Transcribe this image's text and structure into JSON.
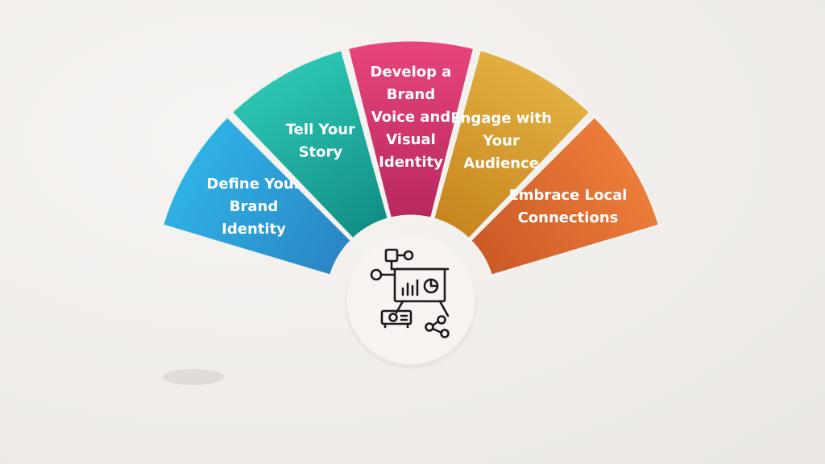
{
  "segments": [
    {
      "id": "define",
      "lines": [
        "Define Your",
        "Brand",
        "Identity"
      ],
      "color_start": "#2fb2e6",
      "color_end": "#2a86c4"
    },
    {
      "id": "story",
      "lines": [
        "Tell Your",
        "Story"
      ],
      "color_start": "#2cc6b2",
      "color_end": "#128f86"
    },
    {
      "id": "voice",
      "lines": [
        "Develop a",
        "Brand",
        "Voice and",
        "Visual",
        "Identity"
      ],
      "color_start": "#e8457c",
      "color_end": "#b8285f"
    },
    {
      "id": "engage",
      "lines": [
        "Engage with",
        "Your",
        "Audience"
      ],
      "color_start": "#e2b040",
      "color_end": "#c7851f"
    },
    {
      "id": "local",
      "lines": [
        "Embrace Local",
        "Connections"
      ],
      "color_start": "#ec7d3a",
      "color_end": "#cc5a26"
    }
  ],
  "center": {
    "background": "#f8f2f0",
    "icon": "presentation-board-icon"
  }
}
